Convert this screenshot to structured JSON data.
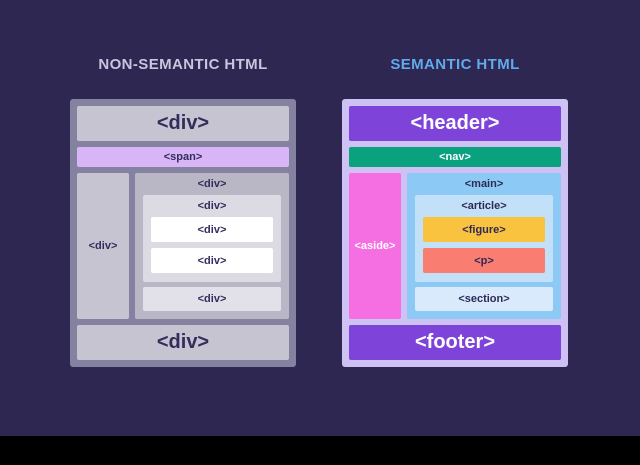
{
  "colors": {
    "background": "#2d2751",
    "letterbox": "#000000",
    "left": {
      "title": "#c9c5de",
      "container": "#8482a0",
      "block_light": "#c7c4d2",
      "block_medium": "#b9b6c6",
      "block_inner": "#dcdae3",
      "block_white": "#ffffff",
      "block_bottom_inner": "#e2e0e8",
      "span": "#d8b5f6",
      "text_dark": "#322d5b"
    },
    "right": {
      "title": "#61aaec",
      "container": "#cec2f4",
      "header": "#7e44da",
      "nav": "#0aa17e",
      "aside": "#f56fe3",
      "main": "#8ccaf5",
      "article": "#c3e0f9",
      "figure": "#f9c23f",
      "p": "#fa7d72",
      "section": "#d9eafc",
      "footer": "#7e44da",
      "text_dark": "#2e2a55",
      "text_light": "#ffffff"
    }
  },
  "left_panel": {
    "title": "NON-SEMANTIC HTML",
    "blocks": {
      "top": "<div>",
      "span": "<span>",
      "sidebar": "<div>",
      "content": "<div>",
      "inner": "<div>",
      "item1": "<div>",
      "item2": "<div>",
      "bottom_inner": "<div>",
      "bottom": "<div>"
    }
  },
  "right_panel": {
    "title": "SEMANTIC HTML",
    "blocks": {
      "header": "<header>",
      "nav": "<nav>",
      "aside": "<aside>",
      "main": "<main>",
      "article": "<article>",
      "figure": "<figure>",
      "p": "<p>",
      "section": "<section>",
      "footer": "<footer>"
    }
  }
}
